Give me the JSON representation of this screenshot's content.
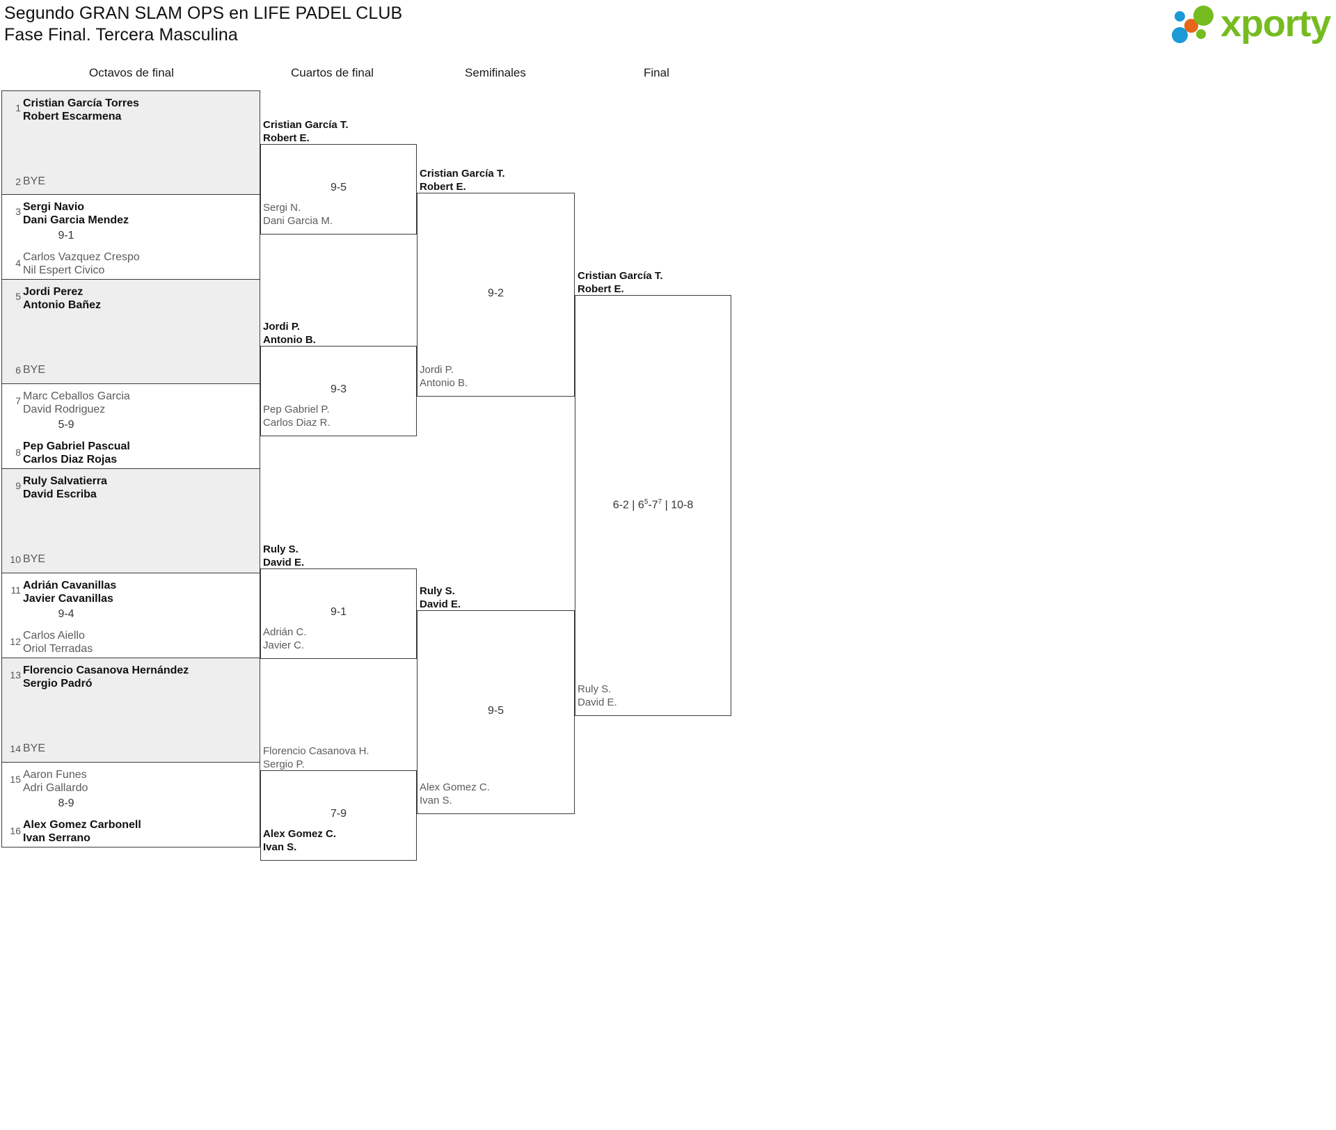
{
  "header": {
    "title_line1": "Segundo GRAN SLAM OPS en LIFE PADEL CLUB",
    "title_line2": "Fase Final. Tercera Masculina",
    "logo_text": "xporty",
    "logo_colors": {
      "green": "#76bc21",
      "blue": "#1c9ad6",
      "orange": "#e8651a"
    }
  },
  "rounds": [
    {
      "label": "Octavos de final"
    },
    {
      "label": "Cuartos de final"
    },
    {
      "label": "Semifinales"
    },
    {
      "label": "Final"
    }
  ],
  "bracket": {
    "round1": [
      {
        "bye": true,
        "score": "",
        "top": {
          "seed": "1",
          "p1": "Cristian García Torres",
          "p2": "Robert Escarmena",
          "winner": true
        },
        "bottom": {
          "seed": "2",
          "p1": "BYE",
          "p2": "",
          "winner": false
        }
      },
      {
        "bye": false,
        "score": "9-1",
        "top": {
          "seed": "3",
          "p1": "Sergi Navio",
          "p2": "Dani Garcia Mendez",
          "winner": true
        },
        "bottom": {
          "seed": "4",
          "p1": "Carlos Vazquez Crespo",
          "p2": "Nil Espert Civico",
          "winner": false
        }
      },
      {
        "bye": true,
        "score": "",
        "top": {
          "seed": "5",
          "p1": "Jordi Perez",
          "p2": "Antonio Bañez",
          "winner": true
        },
        "bottom": {
          "seed": "6",
          "p1": "BYE",
          "p2": "",
          "winner": false
        }
      },
      {
        "bye": false,
        "score": "5-9",
        "top": {
          "seed": "7",
          "p1": "Marc Ceballos Garcia",
          "p2": "David Rodriguez",
          "winner": false
        },
        "bottom": {
          "seed": "8",
          "p1": "Pep Gabriel Pascual",
          "p2": "Carlos Diaz Rojas",
          "winner": true
        }
      },
      {
        "bye": true,
        "score": "",
        "top": {
          "seed": "9",
          "p1": "Ruly Salvatierra",
          "p2": "David Escriba",
          "winner": true
        },
        "bottom": {
          "seed": "10",
          "p1": "BYE",
          "p2": "",
          "winner": false
        }
      },
      {
        "bye": false,
        "score": "9-4",
        "top": {
          "seed": "11",
          "p1": "Adrián Cavanillas",
          "p2": "Javier Cavanillas",
          "winner": true
        },
        "bottom": {
          "seed": "12",
          "p1": "Carlos Aiello",
          "p2": "Oriol Terradas",
          "winner": false
        }
      },
      {
        "bye": true,
        "score": "",
        "top": {
          "seed": "13",
          "p1": "Florencio Casanova Hernández",
          "p2": "Sergio Padró",
          "winner": true
        },
        "bottom": {
          "seed": "14",
          "p1": "BYE",
          "p2": "",
          "winner": false
        }
      },
      {
        "bye": false,
        "score": "8-9",
        "top": {
          "seed": "15",
          "p1": "Aaron Funes",
          "p2": "Adri Gallardo",
          "winner": false
        },
        "bottom": {
          "seed": "16",
          "p1": "Alex Gomez Carbonell",
          "p2": "Ivan Serrano",
          "winner": true
        }
      }
    ],
    "round2": [
      {
        "score": "9-5",
        "top": {
          "p1": "Cristian García T.",
          "p2": "Robert E.",
          "winner": true
        },
        "bottom": {
          "p1": "Sergi N.",
          "p2": "Dani Garcia M.",
          "winner": false
        }
      },
      {
        "score": "9-3",
        "top": {
          "p1": "Jordi P.",
          "p2": "Antonio B.",
          "winner": true
        },
        "bottom": {
          "p1": "Pep Gabriel P.",
          "p2": "Carlos Diaz R.",
          "winner": false
        }
      },
      {
        "score": "9-1",
        "top": {
          "p1": "Ruly S.",
          "p2": "David E.",
          "winner": true
        },
        "bottom": {
          "p1": "Adrián C.",
          "p2": "Javier C.",
          "winner": false
        }
      },
      {
        "score": "7-9",
        "top": {
          "p1": "Florencio Casanova H.",
          "p2": "Sergio P.",
          "winner": false
        },
        "bottom": {
          "p1": "Alex Gomez C.",
          "p2": "Ivan S.",
          "winner": true
        }
      }
    ],
    "round3": [
      {
        "score": "9-2",
        "top": {
          "p1": "Cristian García T.",
          "p2": "Robert E.",
          "winner": true
        },
        "bottom": {
          "p1": "Jordi P.",
          "p2": "Antonio B.",
          "winner": false
        }
      },
      {
        "score": "9-5",
        "top": {
          "p1": "Ruly S.",
          "p2": "David E.",
          "winner": true
        },
        "bottom": {
          "p1": "Alex Gomez C.",
          "p2": "Ivan S.",
          "winner": false
        }
      }
    ],
    "round4": [
      {
        "score_parts": [
          "6-2",
          " | ",
          "6",
          "5",
          "-7",
          "7",
          " | ",
          "10-8"
        ],
        "score_plain": "6-2 | 65-77 | 10-8",
        "top": {
          "p1": "Cristian García T.",
          "p2": "Robert E.",
          "winner": true
        },
        "bottom": {
          "p1": "Ruly S.",
          "p2": "David E.",
          "winner": false
        }
      }
    ]
  }
}
